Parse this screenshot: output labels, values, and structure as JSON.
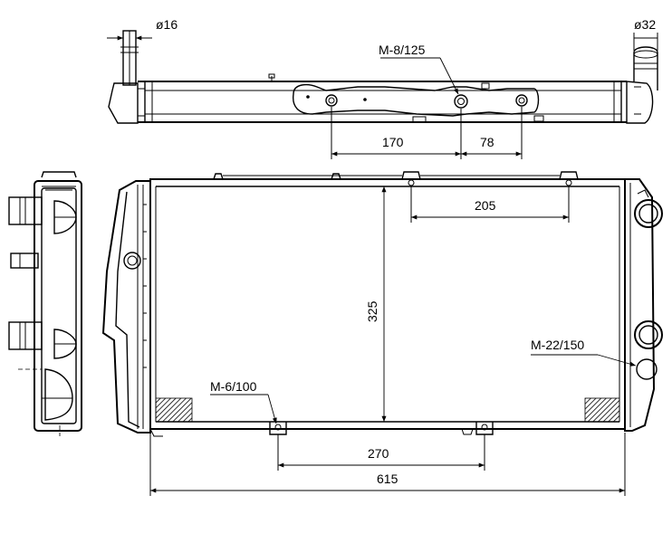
{
  "labels": {
    "dia_inlet": "ø16",
    "dia_outlet": "ø32",
    "mount_top": "M-8/125",
    "mount_bottom_left": "M-6/100",
    "mount_right": "M-22/150"
  },
  "dimensions": {
    "spacing_170": "170",
    "spacing_78": "78",
    "spacing_205": "205",
    "height_325": "325",
    "spacing_270": "270",
    "width_615": "615"
  }
}
